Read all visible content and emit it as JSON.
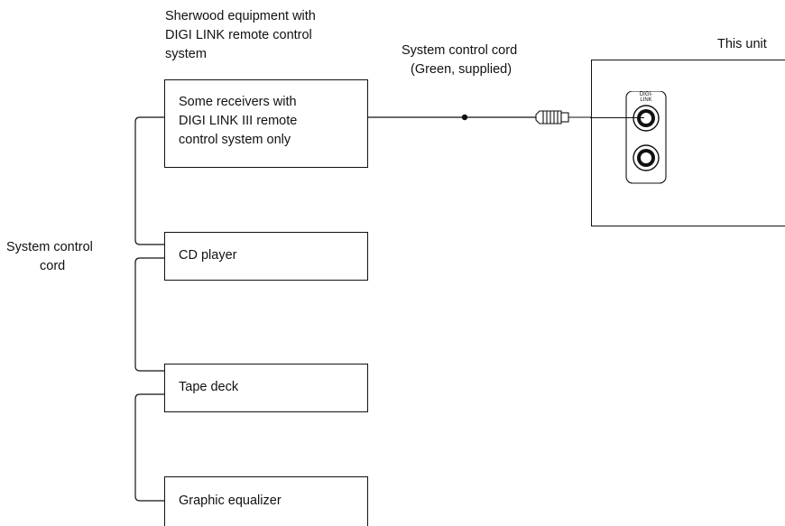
{
  "header": {
    "sherwood_caption": [
      "Sherwood equipment with",
      "DIGI LINK remote control",
      "system"
    ]
  },
  "cord_labels": {
    "supplied_cord": [
      "System control cord",
      "(Green, supplied)"
    ],
    "side_cord": [
      "System control",
      "cord"
    ]
  },
  "this_unit": {
    "label": "This unit",
    "jack_label": [
      "DIGI-",
      "LINK"
    ]
  },
  "equipment": [
    {
      "lines": [
        "Some receivers with",
        "DIGI LINK III remote",
        "control system only"
      ]
    },
    {
      "lines": [
        "CD player"
      ]
    },
    {
      "lines": [
        "Tape deck"
      ]
    },
    {
      "lines": [
        "Graphic equalizer"
      ]
    }
  ],
  "colors": {
    "line": "#111111",
    "background": "#ffffff"
  }
}
